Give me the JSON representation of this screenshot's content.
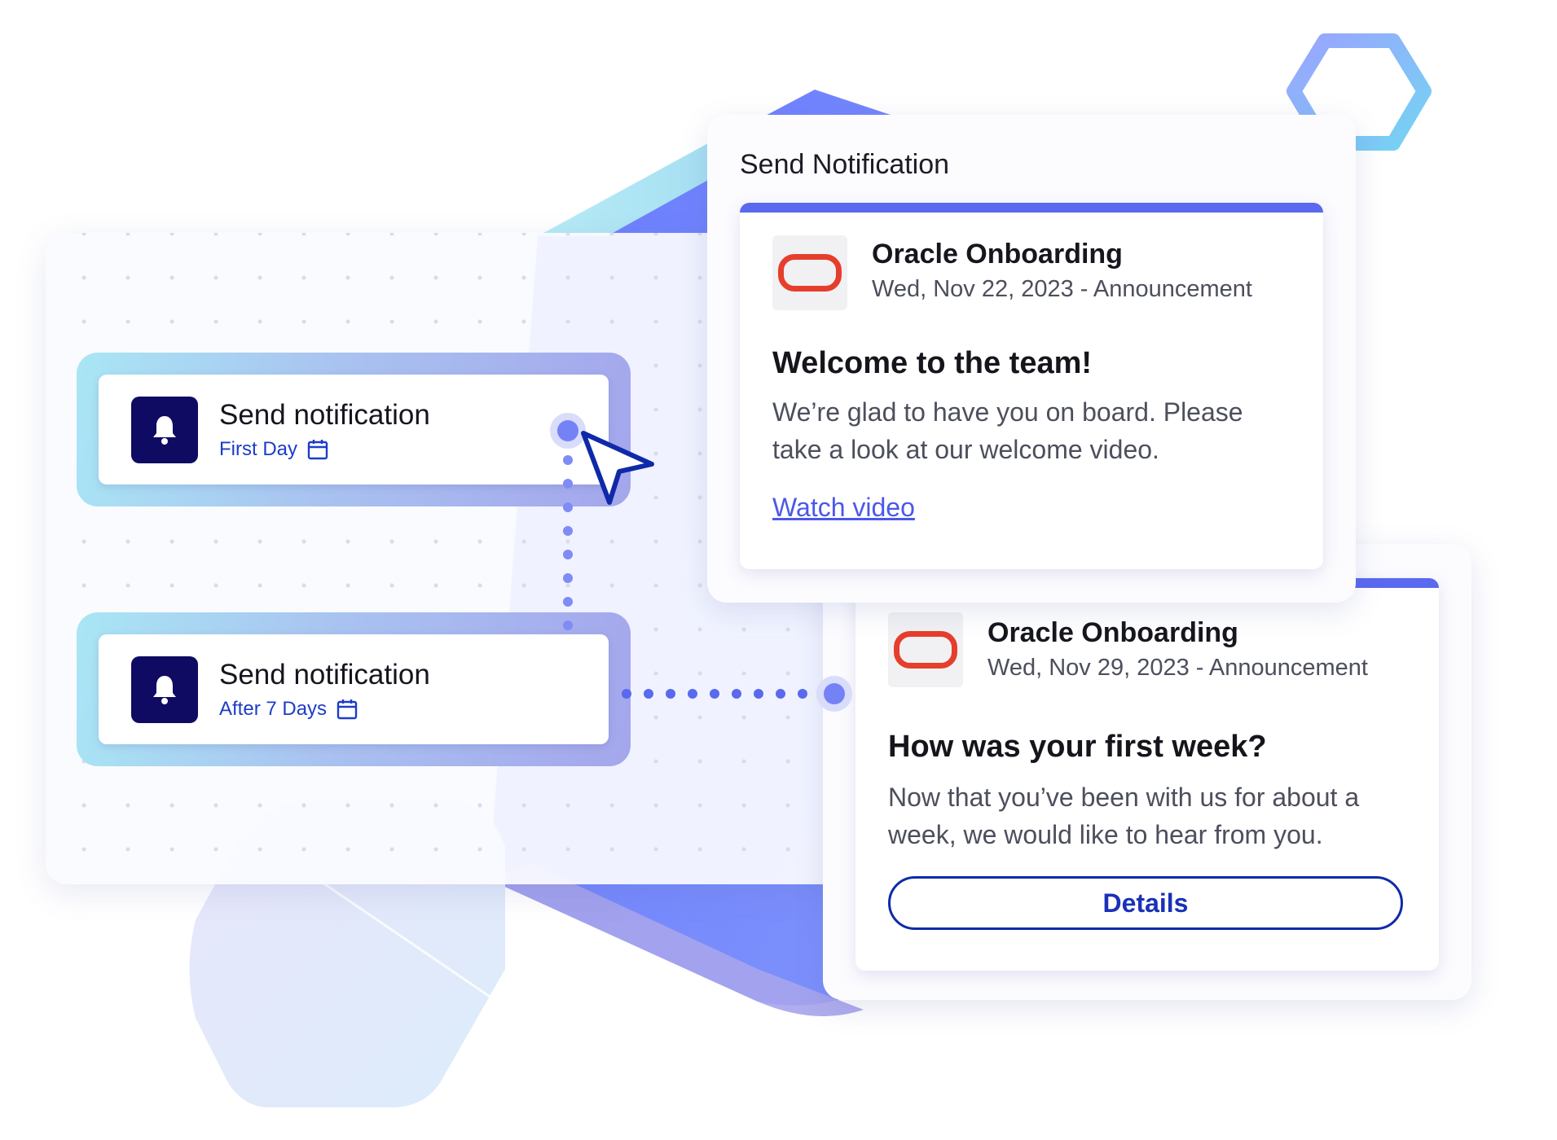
{
  "workflow": {
    "nodes": [
      {
        "title": "Send notification",
        "schedule": "First Day",
        "icon": "bell-icon",
        "schedule_icon": "calendar-icon"
      },
      {
        "title": "Send notification",
        "schedule": "After 7 Days",
        "icon": "bell-icon",
        "schedule_icon": "calendar-icon"
      }
    ]
  },
  "panel": {
    "title": "Send Notification"
  },
  "notifications": [
    {
      "sender": "Oracle Onboarding",
      "date_line": "Wed, Nov 22, 2023 - Announcement",
      "heading": "Welcome to the team!",
      "body": "We’re glad to have you on board. Please take a look at our welcome video.",
      "action": "Watch video",
      "logo": "oracle-logo"
    },
    {
      "sender": "Oracle Onboarding",
      "date_line": "Wed, Nov 29, 2023 - Announcement",
      "heading": "How was your first week?",
      "body": "Now that you’ve been with us for about a week, we would like to hear from you.",
      "action": "Details",
      "logo": "oracle-logo"
    }
  ],
  "colors": {
    "accent": "#5a69ee",
    "node_icon_bg": "#0f0b63",
    "schedule_text": "#1c3cc9",
    "logo_red": "#e63e2c",
    "button_border": "#0f2aa8"
  }
}
